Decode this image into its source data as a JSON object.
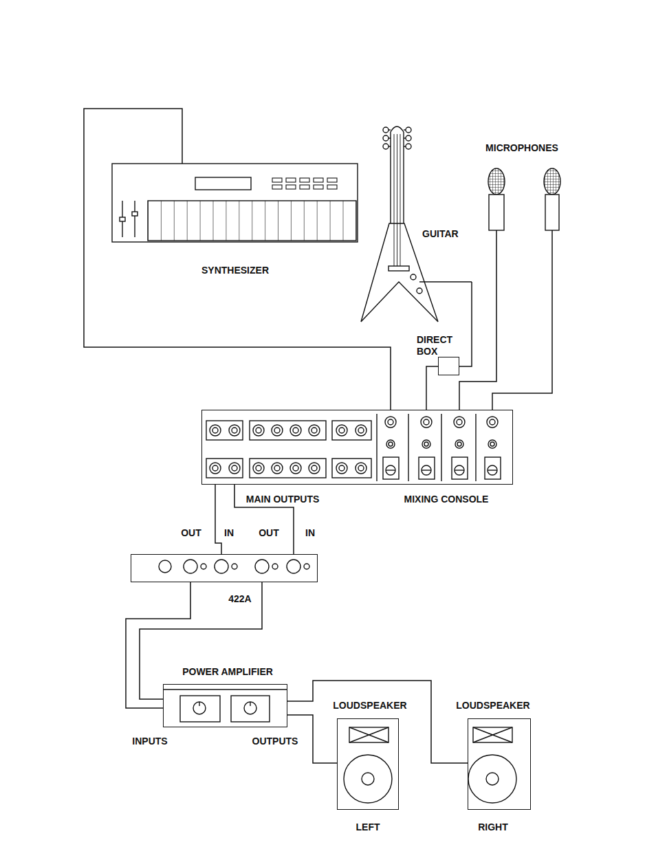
{
  "diagram": {
    "nodes": [
      {
        "text": [
          "SYNTHESIZER"
        ]
      },
      {
        "text": [
          "GUITAR"
        ]
      },
      {
        "text": [
          "MICROPHONES"
        ]
      },
      {
        "text": [
          "DIRECT BOX"
        ]
      },
      {
        "text": [
          "MAIN OUTPUTS",
          "MIXING CONSOLE"
        ]
      },
      {
        "text": [
          "422A"
        ]
      },
      {
        "text": [
          "POWER AMPLIFIER",
          "INPUTS",
          "OUTPUTS"
        ]
      },
      {
        "text": [
          "LOUDSPEAKER",
          "LEFT"
        ]
      },
      {
        "text": [
          "LOUDSPEAKER",
          "RIGHT"
        ]
      }
    ],
    "edges": [
      {
        "from": 0,
        "to": 4,
        "arrow": "none"
      },
      {
        "from": 1,
        "to": 3,
        "arrow": "none"
      },
      {
        "from": 3,
        "to": 4,
        "arrow": "none"
      },
      {
        "from": 2,
        "to": 4,
        "arrow": "none"
      },
      {
        "from": 2,
        "to": 4,
        "arrow": "none"
      },
      {
        "from": 4,
        "to": 5,
        "arrow": "none"
      },
      {
        "from": 4,
        "to": 5,
        "arrow": "none"
      },
      {
        "from": 5,
        "to": 6,
        "arrow": "none"
      },
      {
        "from": 5,
        "to": 6,
        "arrow": "none"
      },
      {
        "from": 6,
        "to": 7,
        "arrow": "none"
      },
      {
        "from": 6,
        "to": 8,
        "arrow": "none"
      }
    ],
    "labels": [
      "OUT",
      "IN",
      "OUT",
      "IN"
    ]
  }
}
